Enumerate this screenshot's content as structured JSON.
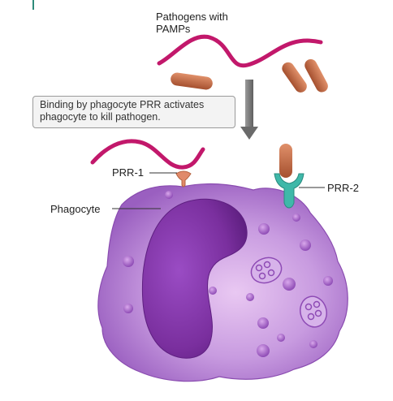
{
  "labels": {
    "pathogens": "Pathogens with PAMPs",
    "note": "Binding by phagocyte PRR activates phagocyte to kill pathogen.",
    "prr1": "PRR-1",
    "prr2": "PRR-2",
    "phagocyte": "Phagocyte"
  },
  "colors": {
    "pamp_strand": "#c2186b",
    "bacteria": "#c26a4a",
    "prr1_receptor": "#e08a6a",
    "prr2_receptor": "#3fb8a9",
    "cell_body": "#b07ad0",
    "nucleus": "#7a2f9e",
    "arrow": "#7a7a7a"
  }
}
